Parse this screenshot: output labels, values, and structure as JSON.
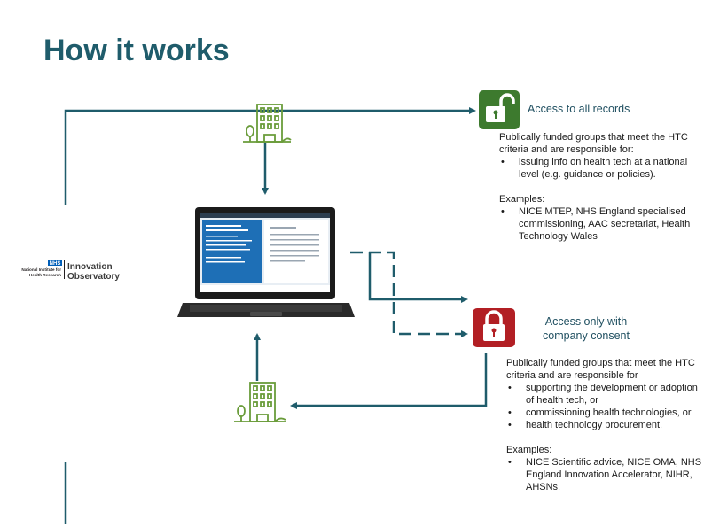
{
  "title": "How it works",
  "logo": {
    "nhs_badge": "NHS",
    "org_line1": "National Institute for",
    "org_line2": "Health Research",
    "brand_line1": "Innovation",
    "brand_line2": "Observatory"
  },
  "top_group": {
    "heading": "Access to all records",
    "intro": "Publically funded groups that meet the HTC criteria and are responsible for:",
    "bullets": [
      "issuing info on health tech at a national level (e.g. guidance or policies)."
    ],
    "examples_label": "Examples:",
    "examples": [
      "NICE MTEP, NHS England specialised commissioning, AAC secretariat, Health Technology Wales"
    ]
  },
  "bottom_group": {
    "heading_line1": "Access only with",
    "heading_line2": "company consent",
    "intro": "Publically funded groups that meet the HTC criteria and are responsible for",
    "bullets": [
      "supporting the development or adoption of health tech, or",
      "commissioning health technologies, or",
      "health technology procurement."
    ],
    "examples_label": "Examples:",
    "examples": [
      "NICE Scientific advice, NICE OMA, NHS England Innovation Accelerator, NIHR, AHSNs."
    ]
  },
  "colors": {
    "title": "#1f5c6b",
    "connector": "#1f5c6b",
    "building": "#6a9c3a",
    "unlocked_badge": "#3d7a2e",
    "locked_badge": "#b21f24"
  },
  "icons": {
    "top_building": "building-icon",
    "bottom_building": "building-icon",
    "unlocked": "unlocked-padlock-icon",
    "locked": "locked-padlock-icon",
    "device": "laptop-icon"
  }
}
